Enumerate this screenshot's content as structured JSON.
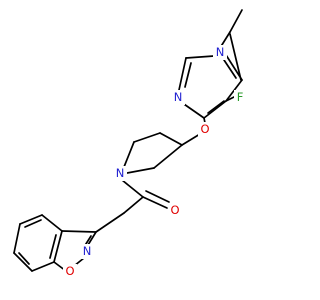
{
  "diagram": {
    "type": "chemical-structure",
    "colors": {
      "bond": "#000000",
      "N": "#1f1fd1",
      "O": "#e00000",
      "F": "#2a9a2a"
    },
    "atom_labels": {
      "pyrimidine_n1": "N",
      "pyrimidine_n3": "N",
      "fluorine": "F",
      "ether_oxygen": "O",
      "pyrrolidine_n": "N",
      "carbonyl_oxygen": "O",
      "isoxazole_n": "N",
      "isoxazole_o": "O"
    }
  }
}
